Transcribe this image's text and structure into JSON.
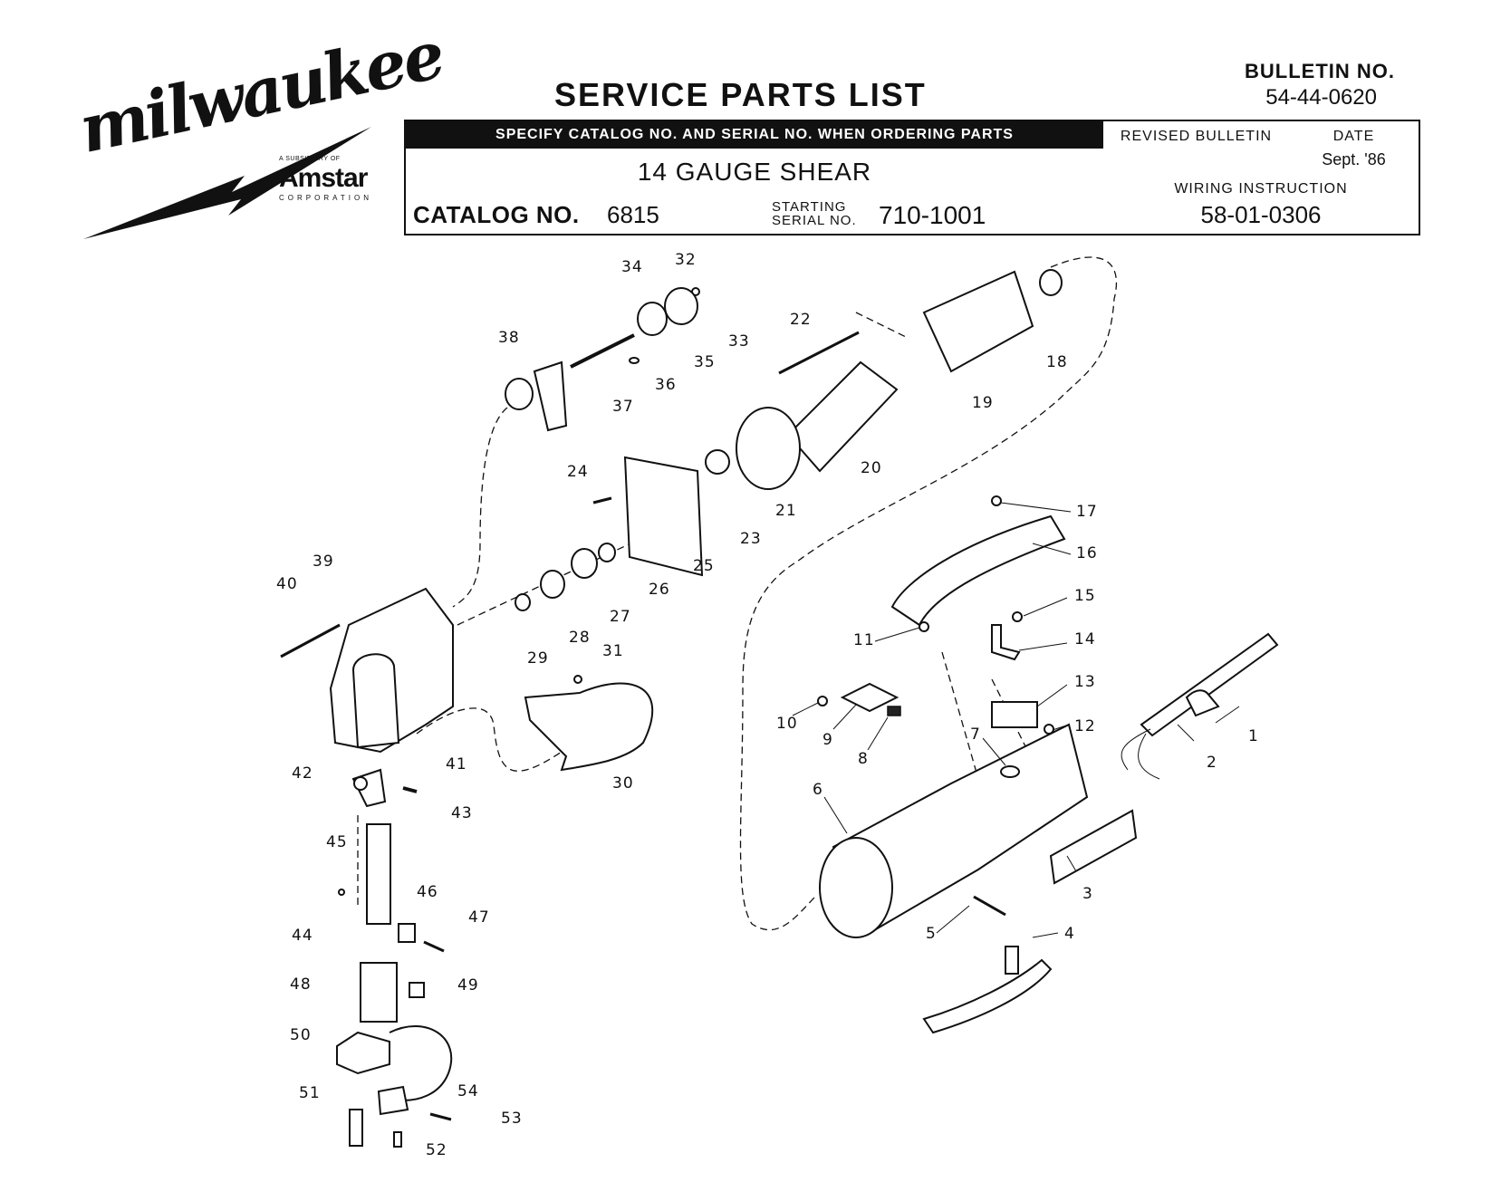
{
  "brand": {
    "logo_text": "milwaukee",
    "subsidiary": "A SUBSIDIARY OF",
    "parent": "Amstar",
    "parent_suffix": "CORPORATION"
  },
  "header": {
    "title": "SERVICE PARTS LIST",
    "bulletin_label": "BULLETIN NO.",
    "bulletin_no": "54-44-0620",
    "specify_notice": "SPECIFY CATALOG NO. AND SERIAL NO. WHEN ORDERING PARTS",
    "product": "14 GAUGE SHEAR",
    "catalog_label": "CATALOG NO.",
    "catalog_no": "6815",
    "serial_label": "STARTING SERIAL NO.",
    "serial_no": "710-1001",
    "revised_label": "REVISED BULLETIN",
    "date_label": "DATE",
    "date": "Sept. '86",
    "wiring_label": "WIRING INSTRUCTION",
    "wiring_no": "58-01-0306"
  },
  "callouts": [
    "1",
    "2",
    "3",
    "4",
    "5",
    "6",
    "7",
    "8",
    "9",
    "10",
    "11",
    "12",
    "13",
    "14",
    "15",
    "16",
    "17",
    "18",
    "19",
    "20",
    "21",
    "22",
    "23",
    "24",
    "25",
    "26",
    "27",
    "28",
    "29",
    "30",
    "31",
    "32",
    "33",
    "34",
    "35",
    "36",
    "37",
    "38",
    "39",
    "40",
    "41",
    "42",
    "43",
    "44",
    "45",
    "46",
    "47",
    "48",
    "49",
    "50",
    "51",
    "52",
    "53",
    "54"
  ]
}
